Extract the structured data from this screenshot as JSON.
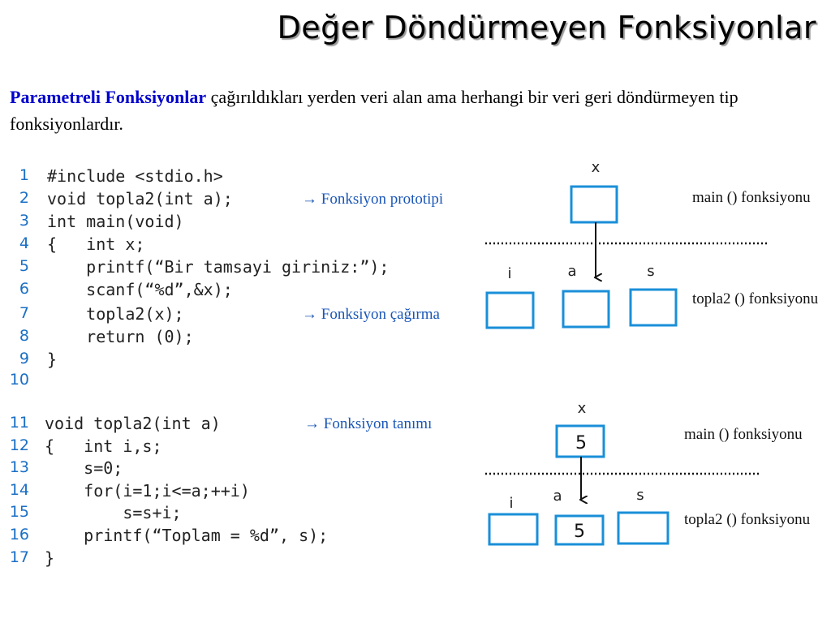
{
  "title": "Değer Döndürmeyen Fonksiyonlar",
  "intro": {
    "highlight": "Parametreli Fonksiyonlar",
    "rest": " çağırıldıkları yerden veri alan ama herhangi bir veri geri döndürmeyen tip fonksiyonlardır."
  },
  "code_block_1": [
    {
      "n": "1",
      "code": "#include <stdio.h>"
    },
    {
      "n": "2",
      "code": "void topla2(int a);"
    },
    {
      "n": "3",
      "code": "int main(void)"
    },
    {
      "n": "4",
      "code": "{   int x;"
    },
    {
      "n": "5",
      "code": "    printf(“Bir tamsayi giriniz:”);"
    },
    {
      "n": "6",
      "code": "    scanf(“%d”,&x);"
    },
    {
      "n": "7",
      "code": "    topla2(x);"
    },
    {
      "n": "8",
      "code": "    return (0);"
    },
    {
      "n": "9",
      "code": "}"
    },
    {
      "n": "10",
      "code": ""
    }
  ],
  "code_block_2": [
    {
      "n": "11",
      "code": "void topla2(int a)"
    },
    {
      "n": "12",
      "code": "{   int i,s;"
    },
    {
      "n": "13",
      "code": "    s=0;"
    },
    {
      "n": "14",
      "code": "    for(i=1;i<=a;++i)"
    },
    {
      "n": "15",
      "code": "        s=s+i;"
    },
    {
      "n": "16",
      "code": "    printf(“Toplam = %d”, s);"
    },
    {
      "n": "17",
      "code": "}"
    }
  ],
  "annotations": {
    "prototype": "→ Fonksiyon prototipi",
    "call": "→ Fonksiyon çağırma",
    "definition": "→ Fonksiyon tanımı"
  },
  "diagram_top": {
    "var_x": "x",
    "main_label": "main () fonksiyonu",
    "var_i": "i",
    "var_a": "a",
    "var_s": "s",
    "func_label": "topla2 () fonksiyonu"
  },
  "diagram_bottom": {
    "var_x": "x",
    "x_value": "5",
    "main_label": "main () fonksiyonu",
    "var_i": "i",
    "var_a": "a",
    "a_value": "5",
    "var_s": "s",
    "func_label": "topla2 () fonksiyonu"
  },
  "colors": {
    "box_stroke": "#1a8fd8",
    "line_numbers": "#1a6fc4",
    "highlight": "#0000cc",
    "annotation": "#1a56b8"
  }
}
